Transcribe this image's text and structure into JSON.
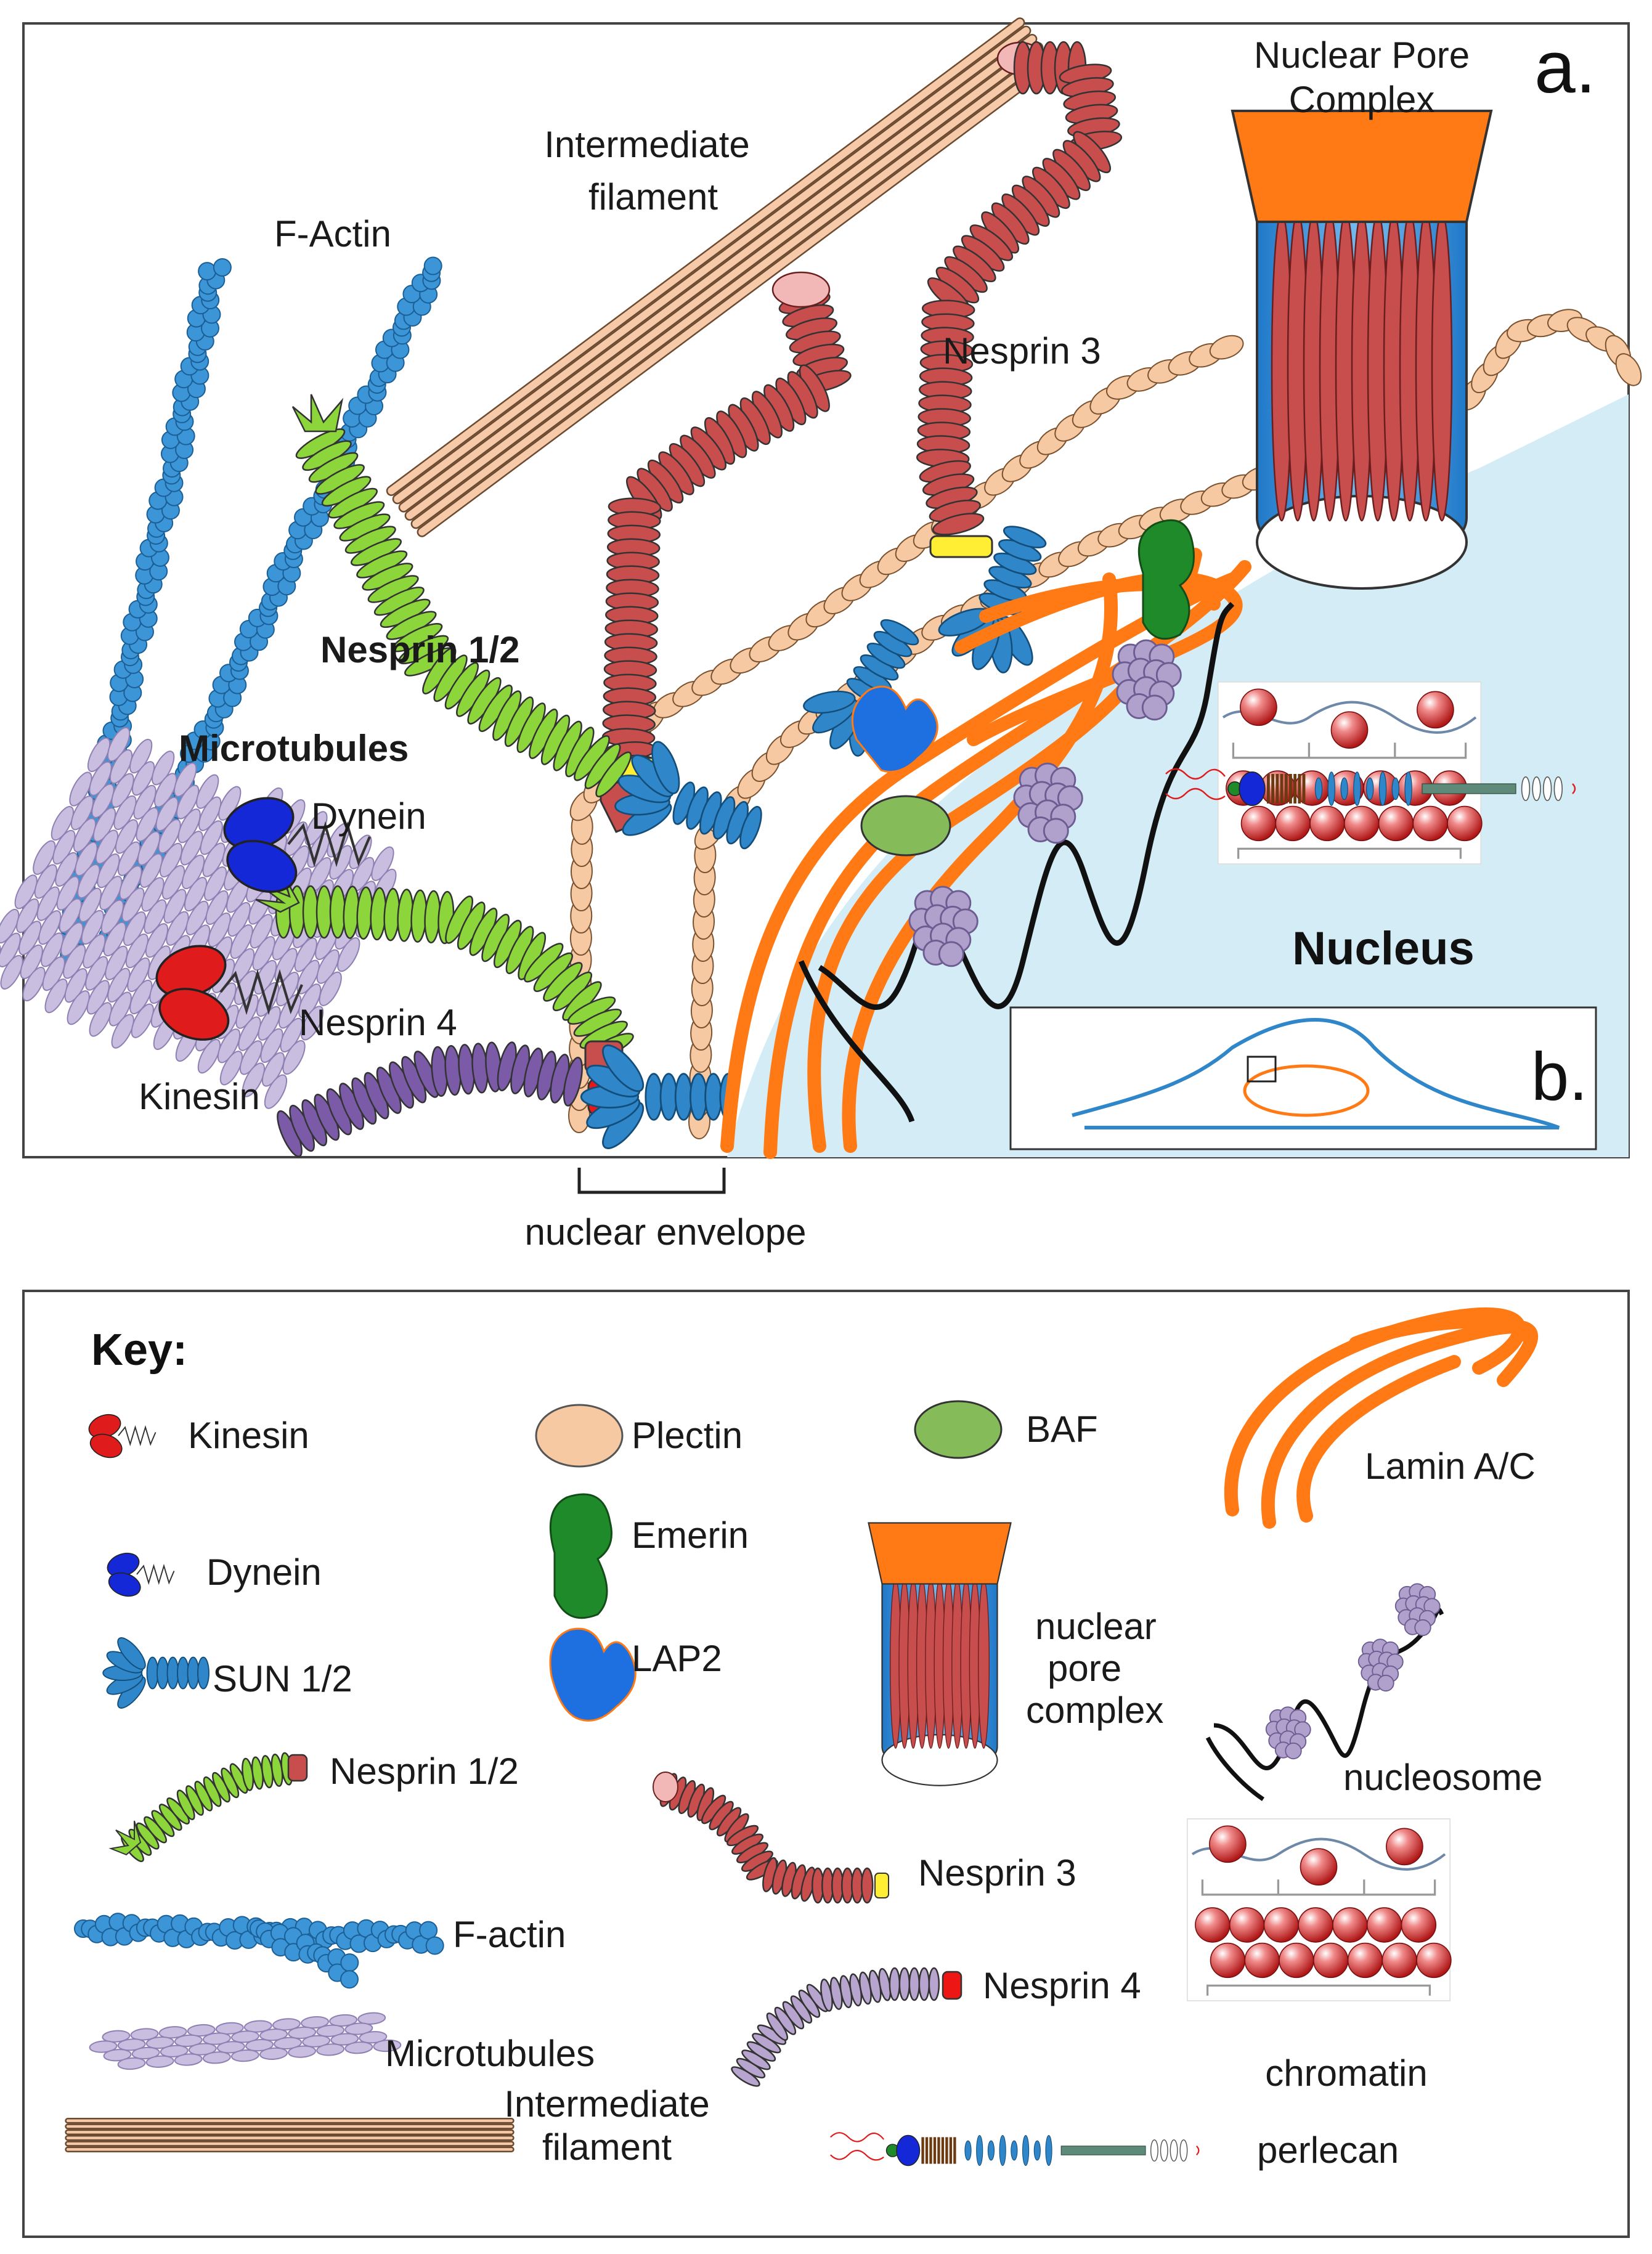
{
  "panel_a": {
    "letter": "a.",
    "labels": {
      "nuclear_pore_complex": [
        "Nuclear Pore",
        "Complex"
      ],
      "intermediate_filament": [
        "Intermediate",
        "filament"
      ],
      "f_actin": "F-Actin",
      "nesprin3": "Nesprin 3",
      "nesprin12": "Nesprin 1/2",
      "microtubules": "Microtubules",
      "dynein": "Dynein",
      "nesprin4": "Nesprin 4",
      "kinesin": "Kinesin",
      "nucleus": "Nucleus",
      "nuclear_envelope": "nuclear envelope"
    }
  },
  "panel_b": {
    "letter": "b."
  },
  "key": {
    "title": "Key:",
    "items": {
      "kinesin": "Kinesin",
      "plectin": "Plectin",
      "baf": "BAF",
      "lamin": "Lamin A/C",
      "dynein": "Dynein",
      "emerin": "Emerin",
      "sun": "SUN 1/2",
      "lap2": "LAP2",
      "npc": [
        "nuclear",
        "pore",
        "complex"
      ],
      "nesprin12": "Nesprin 1/2",
      "nucleosome": "nucleosome",
      "nesprin3": "Nesprin 3",
      "factin": "F-actin",
      "nesprin4": "Nesprin 4",
      "microtubules": "Microtubules",
      "chromatin": "chromatin",
      "intermediate_filament": [
        "Intermediate",
        "filament"
      ],
      "perlecan": "perlecan"
    }
  },
  "colors": {
    "actin": "#3b95d6",
    "microtubule": "#c9bde0",
    "plectin": "#f6c9a2",
    "nesprin3": "#c84d4d",
    "nesprin12": "#8cd63c",
    "nesprin4": "#7b5aa8",
    "sun": "#2f86c9",
    "lamin": "#ff7a14",
    "emerin": "#1f8a2a",
    "lap2": "#1e6fe0",
    "baf": "#86bb5a",
    "kinesin": "#e01b1b",
    "dynein": "#1428d8",
    "nucleus_bg": "#d3ecf5",
    "npc_cap": "#ff7a14",
    "if": "#f6c9a8",
    "histone": "#b0a0cc"
  }
}
